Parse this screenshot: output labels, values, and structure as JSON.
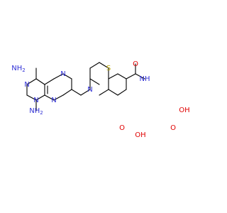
{
  "molecule": {
    "colors": {
      "bond": "#000000",
      "nitrogen": "#2f2fd6",
      "oxygen": "#e00000",
      "sulfur": "#b8a400",
      "background": "#ffffff"
    },
    "labels": {
      "nh2_top": "NH",
      "nh2_top_sub": "2",
      "nh2_bottom": "NH",
      "nh2_bottom_sub": "2",
      "n_pteridine_1": "N",
      "n_pteridine_2": "N",
      "n_pteridine_3": "N",
      "n_pteridine_4": "N",
      "n_ring": "N",
      "s_ring": "S",
      "o_amide": "O",
      "nh_amide": "NH",
      "oh_acid_top": "OH",
      "o_acid_top": "O",
      "oh_acid_bottom": "OH",
      "o_acid_bottom": "O"
    }
  }
}
